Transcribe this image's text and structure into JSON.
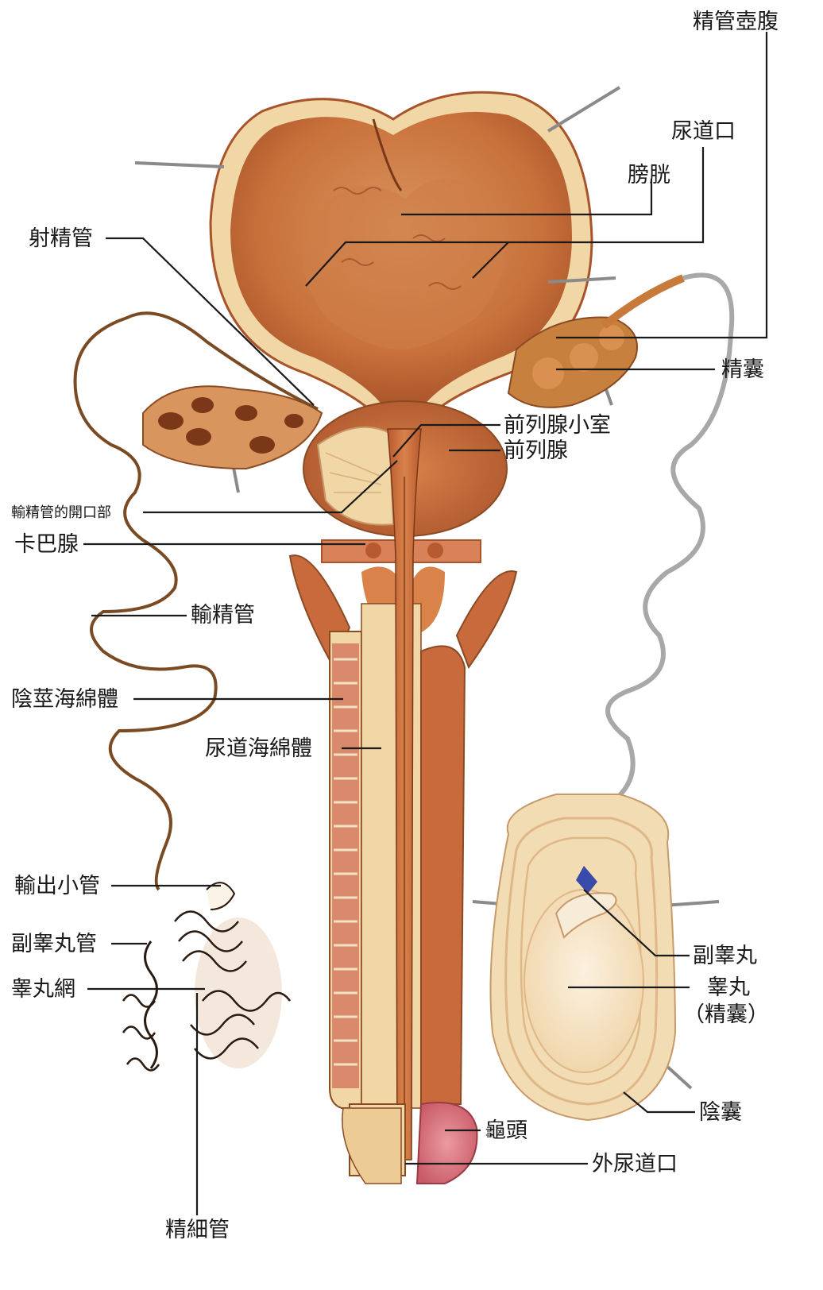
{
  "labels": {
    "ampulla": "精管壺腹",
    "ureter_orifice": "尿道口",
    "bladder": "膀胱",
    "ejaculatory_duct": "射精管",
    "seminal_vesicle": "精囊",
    "prostatic_utricle": "前列腺小室",
    "prostate": "前列腺",
    "vas_opening": "輸精管的開口部",
    "cowper_gland": "卡巴腺",
    "vas_deferens": "輸精管",
    "corpus_cavernosum": "陰莖海綿體",
    "corpus_spongiosum": "尿道海綿體",
    "efferent_ductules": "輸出小管",
    "epididymal_duct": "副睾丸管",
    "rete_testis": "睾丸網",
    "seminiferous_tubule": "精細管",
    "epididymis": "副睾丸",
    "testis": "睾丸",
    "testis_sub": "（精囊）",
    "scrotum": "陰囊",
    "glans": "龜頭",
    "external_urethral_orifice": "外尿道口"
  },
  "colors": {
    "organ_main": "#c8703a",
    "organ_dark": "#a8532a",
    "organ_light": "#e6a270",
    "tissue_cream": "#f1d6a6",
    "spongy_red": "#c84a3c",
    "glans_pink": "#d86a72",
    "duct_brown": "#8a5a2a",
    "line": "#1a1a1a",
    "vessel_blue": "#3a4aa8"
  }
}
